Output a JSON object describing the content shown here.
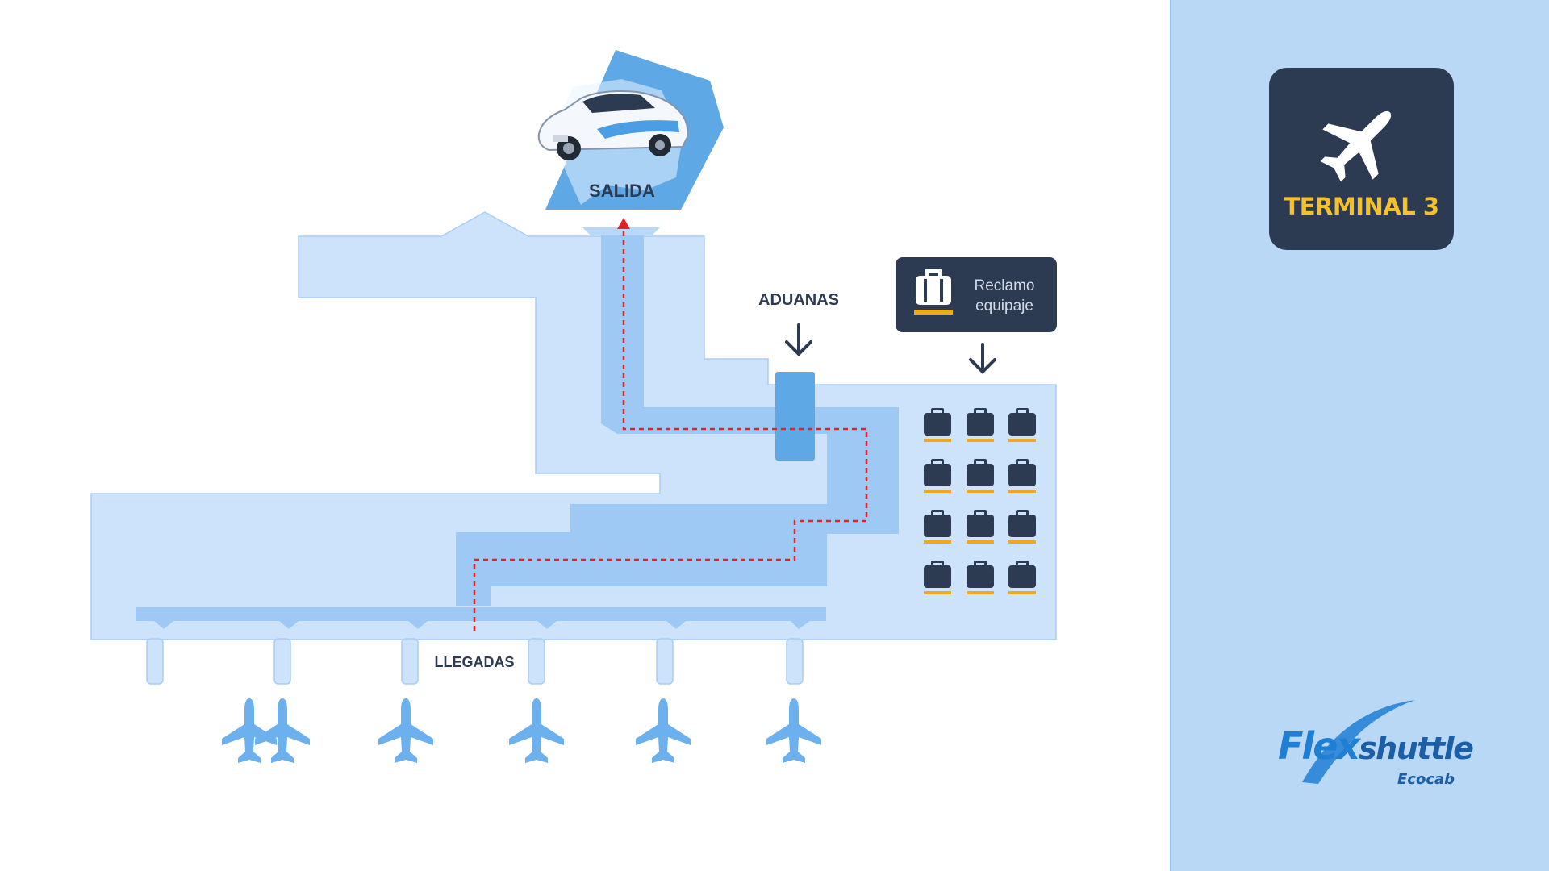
{
  "map": {
    "exit_label": "SALIDA",
    "customs_label": "ADUANAS",
    "baggage_claim_lines": [
      "Reclamo",
      "equipaje"
    ],
    "arrivals_label": "LLEGADAS",
    "route_color": "#e02424",
    "terminal_fill": "#cde3fb",
    "path_fill": "#9dc9f4",
    "customs_fill": "#5fa8e6",
    "plane_color": "#6cb0ee",
    "luggage_color": "#2c3a52",
    "luggage_accent": "#f2a81d",
    "icons": [
      "taxi-car",
      "baggage-icon",
      "arrow-down-icon",
      "airplane-icon",
      "luggage-icon"
    ]
  },
  "sidebar": {
    "terminal_label": "TERMINAL 3",
    "terminal_icon": "airplane-icon",
    "panel_color": "#b9d8f5",
    "card_color": "#2c3a52",
    "accent_color": "#f5c12b"
  },
  "logo": {
    "brand_a": "Flex",
    "brand_b": "shuttle",
    "sub": "Ecocab",
    "colors": [
      "#1f7fd4",
      "#1c5ea8"
    ]
  }
}
